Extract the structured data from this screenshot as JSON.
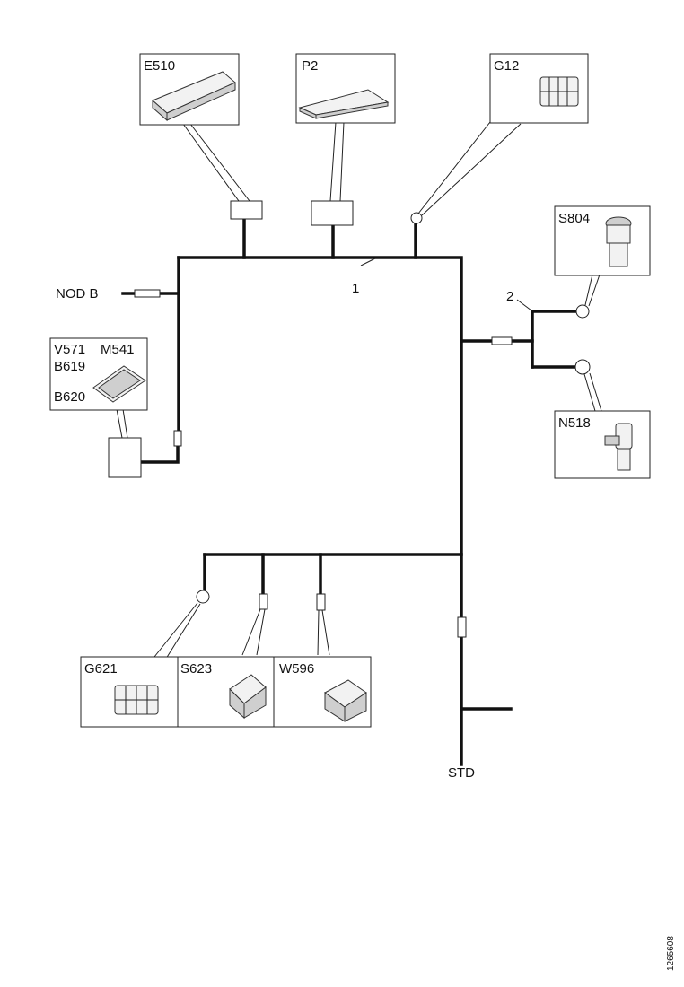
{
  "labels": {
    "e510": "E510",
    "p2": "P2",
    "g12": "G12",
    "s804": "S804",
    "n518": "N518",
    "nod_b": "NOD B",
    "v571": "V571",
    "m541": "M541",
    "b619": "B619",
    "b620": "B620",
    "g621": "G621",
    "s623": "S623",
    "w596": "W596",
    "std": "STD",
    "ref_1": "1",
    "ref_2": "2",
    "drawing_id": "1265608"
  }
}
